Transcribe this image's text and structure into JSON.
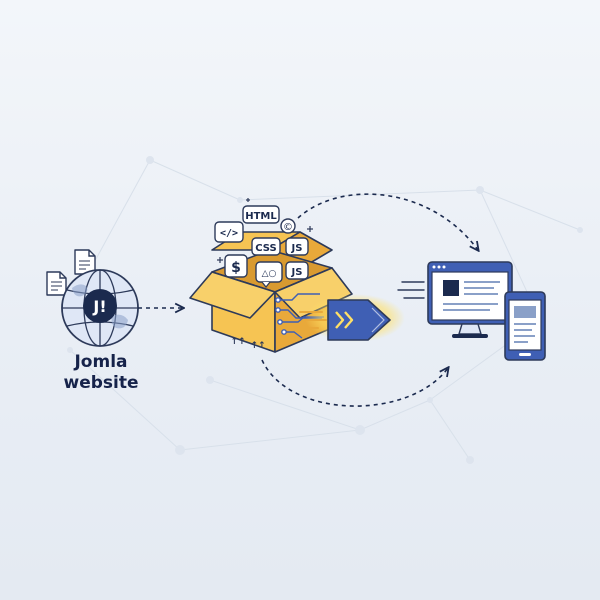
{
  "source": {
    "label_line1": "Jomla",
    "label_line2": "website",
    "logo_text": "J!"
  },
  "package": {
    "tags": [
      "HTML",
      "</>",
      "CSS",
      "JS",
      "JS",
      "$",
      "△○",
      "©"
    ],
    "box_symbols": [
      "↑↑",
      "↑↑"
    ]
  },
  "colors": {
    "navy": "#1b2a4e",
    "outline": "#2d3a5a",
    "box": "#f6c453",
    "box_shadow": "#e9a93a",
    "accent_blue": "#3f5fb4",
    "light_blue": "#dfe7f6",
    "glow": "#ffe066"
  },
  "icons": [
    "document-icon",
    "globe-icon",
    "joomla-logo-icon",
    "open-box-icon",
    "circuit-icon",
    "arrow-icon",
    "desktop-monitor-icon",
    "mobile-phone-icon"
  ]
}
